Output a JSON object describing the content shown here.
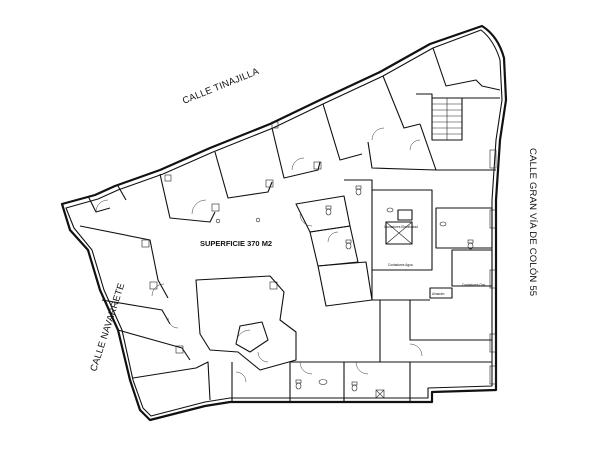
{
  "plan": {
    "streets": {
      "north": "CALLE TINAJILLA",
      "west": "CALLE NAVARRETE",
      "east": "CALLE GRAN VÍA DE COLÓN 55"
    },
    "surface_label": "SUPERFICIE  370 M2",
    "small_labels": {
      "electric_meters": "Contadores Electricidad",
      "water_meters": "Contadores Agua",
      "gas_meters": "Contadores Gas",
      "small_room": "Almacén"
    }
  }
}
